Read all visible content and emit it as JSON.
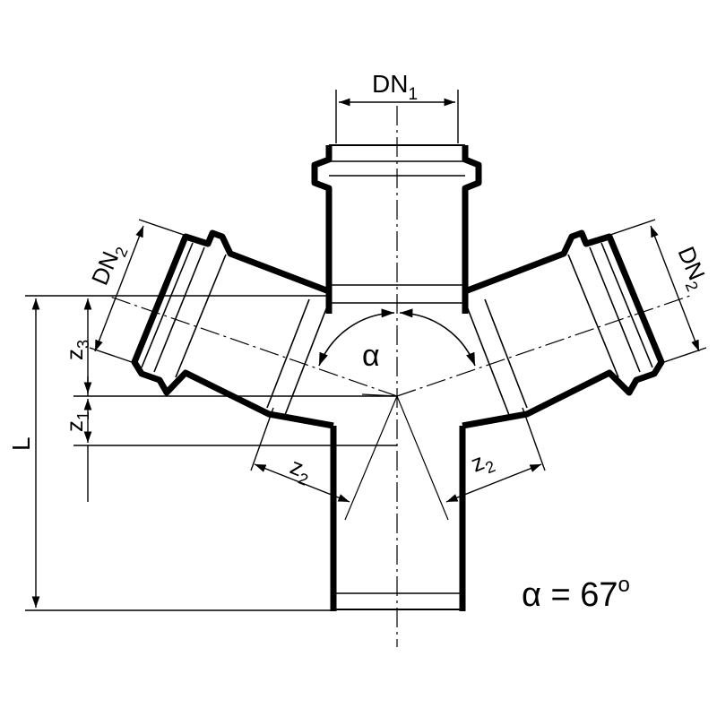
{
  "labels": {
    "dn1": "DN",
    "dn1_sub": "1",
    "dn2_left": "DN",
    "dn2_left_sub": "2",
    "dn2_right": "DN",
    "dn2_right_sub": "2",
    "z3": "z",
    "z3_sub": "3",
    "z1": "z",
    "z1_sub": "1",
    "z2_left": "z",
    "z2_left_sub": "2",
    "z2_right": "z",
    "z2_right_sub": "2",
    "L": "L",
    "alpha": "α",
    "angle_formula": "α = 67",
    "angle_degree": "o"
  },
  "colors": {
    "line": "#000000",
    "background": "#ffffff"
  }
}
